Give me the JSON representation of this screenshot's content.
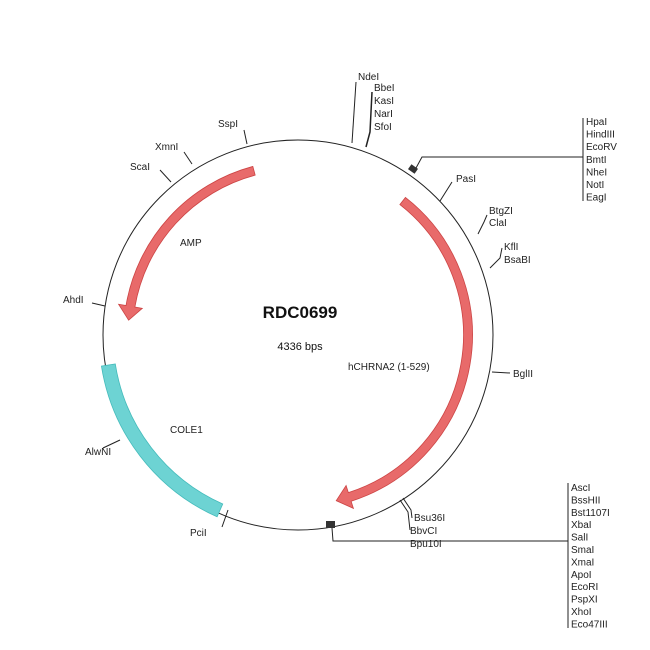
{
  "plasmid": {
    "name": "RDC0699",
    "size": "4336 bps"
  },
  "features": [
    {
      "name": "AMP",
      "color": "#e86a6a",
      "start_deg": 345,
      "end_deg": 275
    },
    {
      "name": "hCHRNA2 (1-529)",
      "color": "#e86a6a",
      "start_deg": 38,
      "end_deg": 167
    },
    {
      "name": "COLE1",
      "color": "#6dd3d3",
      "start_deg": 261,
      "end_deg": 204
    }
  ],
  "sites": {
    "ndei": "NdeI",
    "group_top": [
      "BbeI",
      "KasI",
      "NarI",
      "SfoI"
    ],
    "group_mcs1": [
      "HpaI",
      "HindIII",
      "EcoRV",
      "BmtI",
      "NheI",
      "NotI",
      "EagI"
    ],
    "pasi": "PasI",
    "group_btgzi": [
      "BtgZI",
      "ClaI"
    ],
    "group_kfli": [
      "KflI",
      "BsaBI"
    ],
    "bglii": "BglII",
    "group_bsu": [
      "Bsu36I",
      "BbvCI",
      "Bpu10I"
    ],
    "group_mcs2": [
      "AscI",
      "BssHII",
      "Bst1107I",
      "XbaI",
      "SalI",
      "SmaI",
      "XmaI",
      "ApoI",
      "EcoRI",
      "PspXI",
      "XhoI",
      "Eco47III"
    ],
    "pcii": "PciI",
    "alwni": "AlwNI",
    "ahdi": "AhdI",
    "scai": "ScaI",
    "xmni": "XmnI",
    "sspi": "SspI"
  }
}
